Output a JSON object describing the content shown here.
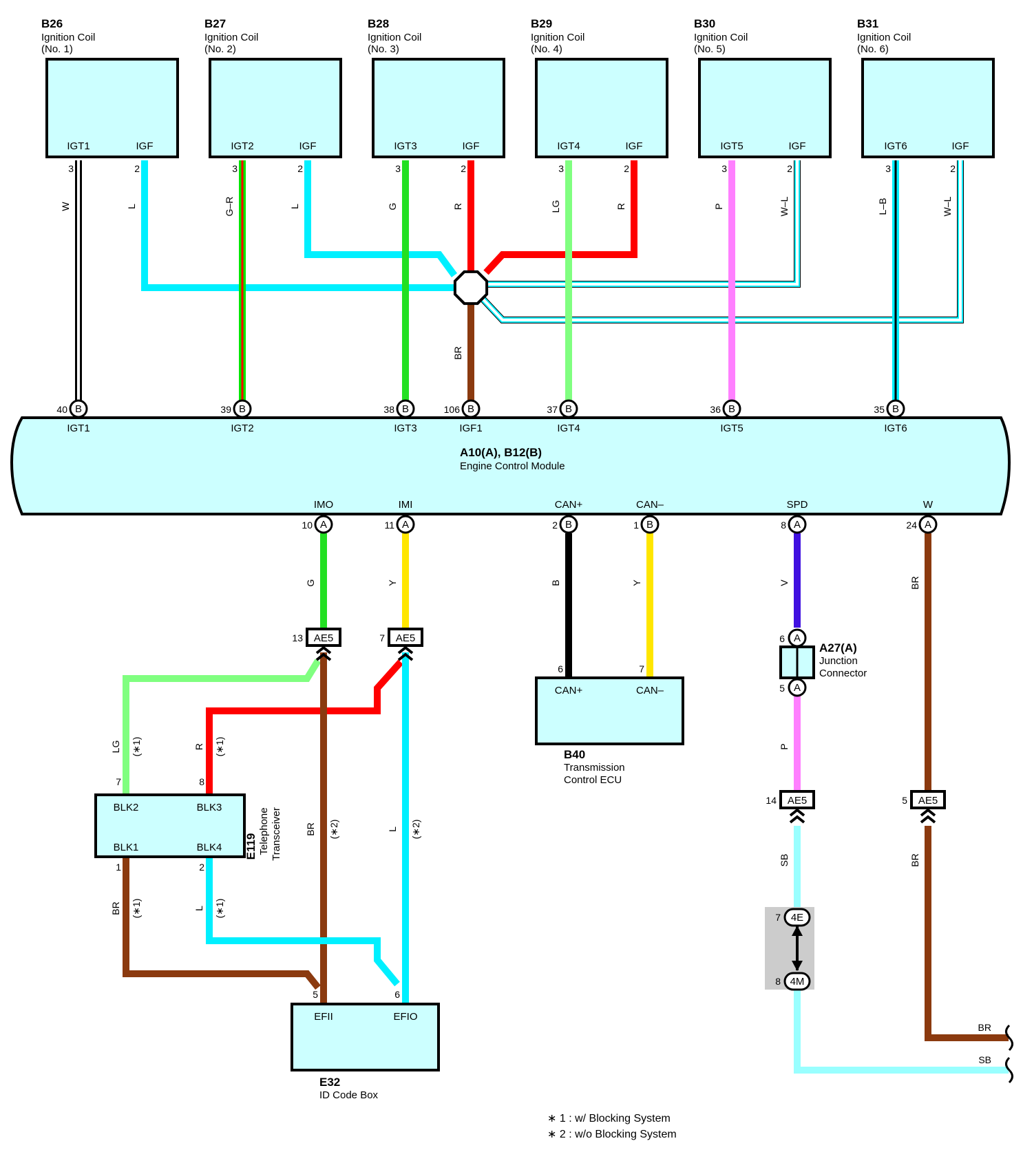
{
  "colors": {
    "W": "#ffffff",
    "L": "#00f0ff",
    "G_R_base": "#00e600",
    "G_R_stripe": "#ff0000",
    "G": "#22e022",
    "R": "#ff0000",
    "LG": "#80ff80",
    "P": "#ff80ff",
    "BR": "#8b3a0f",
    "Y": "#ffe600",
    "B": "#000000",
    "V": "#4010e0",
    "SB": "#99ffff",
    "box_fill": "#ccffff",
    "joint_fill": "#cccccc"
  },
  "coils": [
    {
      "code": "B26",
      "name": "Ignition Coil",
      "num": "(No. 1)",
      "pin_igt": "IGT1",
      "pin_igf": "IGF",
      "n3": "3",
      "n2": "2",
      "wire_igt": "W",
      "wire_igf": "L"
    },
    {
      "code": "B27",
      "name": "Ignition Coil",
      "num": "(No. 2)",
      "pin_igt": "IGT2",
      "pin_igf": "IGF",
      "n3": "3",
      "n2": "2",
      "wire_igt": "G–R",
      "wire_igf": "L"
    },
    {
      "code": "B28",
      "name": "Ignition Coil",
      "num": "(No. 3)",
      "pin_igt": "IGT3",
      "pin_igf": "IGF",
      "n3": "3",
      "n2": "2",
      "wire_igt": "G",
      "wire_igf": "R"
    },
    {
      "code": "B29",
      "name": "Ignition Coil",
      "num": "(No. 4)",
      "pin_igt": "IGT4",
      "pin_igf": "IGF",
      "n3": "3",
      "n2": "2",
      "wire_igt": "LG",
      "wire_igf": "R"
    },
    {
      "code": "B30",
      "name": "Ignition Coil",
      "num": "(No. 5)",
      "pin_igt": "IGT5",
      "pin_igf": "IGF",
      "n3": "3",
      "n2": "2",
      "wire_igt": "P",
      "wire_igf": "W–L"
    },
    {
      "code": "B31",
      "name": "Ignition Coil",
      "num": "(No. 6)",
      "pin_igt": "IGT6",
      "pin_igf": "IGF",
      "n3": "3",
      "n2": "2",
      "wire_igt": "L–B",
      "wire_igf": "W–L"
    }
  ],
  "ecm": {
    "code": "A10(A), B12(B)",
    "name": "Engine Control Module",
    "top_pins": [
      {
        "num": "40",
        "conn": "B",
        "label": "IGT1"
      },
      {
        "num": "39",
        "conn": "B",
        "label": "IGT2"
      },
      {
        "num": "38",
        "conn": "B",
        "label": "IGT3"
      },
      {
        "num": "106",
        "conn": "B",
        "label": "IGF1"
      },
      {
        "num": "37",
        "conn": "B",
        "label": "IGT4"
      },
      {
        "num": "36",
        "conn": "B",
        "label": "IGT5"
      },
      {
        "num": "35",
        "conn": "B",
        "label": "IGT6"
      }
    ],
    "bottom_pins": [
      {
        "num": "10",
        "conn": "A",
        "label": "IMO"
      },
      {
        "num": "11",
        "conn": "A",
        "label": "IMI"
      },
      {
        "num": "2",
        "conn": "B",
        "label": "CAN+"
      },
      {
        "num": "1",
        "conn": "B",
        "label": "CAN–"
      },
      {
        "num": "8",
        "conn": "A",
        "label": "SPD"
      },
      {
        "num": "24",
        "conn": "A",
        "label": "W"
      }
    ]
  },
  "igf_trunk_wire": "BR",
  "bottom_wires": {
    "imo": "G",
    "imi": "Y",
    "can_h": "B",
    "can_l": "Y",
    "spd": "V",
    "w": "BR",
    "spd_low": "P",
    "spd_sb": "SB",
    "w_low": "BR"
  },
  "ae5": [
    {
      "num": "13",
      "label": "AE5"
    },
    {
      "num": "7",
      "label": "AE5"
    },
    {
      "num": "14",
      "label": "AE5"
    },
    {
      "num": "5",
      "label": "AE5"
    }
  ],
  "tcm": {
    "code": "B40",
    "name1": "Transmission",
    "name2": "Control ECU",
    "pin1": "CAN+",
    "pin2": "CAN–",
    "n1": "6",
    "n2": "7"
  },
  "junction": {
    "code": "A27(A)",
    "name1": "Junction",
    "name2": "Connector",
    "top_num": "6",
    "bottom_num": "5",
    "conn": "A"
  },
  "joint": {
    "top": "4E",
    "bottom": "4M",
    "top_num": "7",
    "bottom_num": "8"
  },
  "transceiver": {
    "code": "E119",
    "name1": "Telephone",
    "name2": "Transceiver",
    "pins": {
      "blk2": "BLK2",
      "blk3": "BLK3",
      "blk1": "BLK1",
      "blk4": "BLK4"
    },
    "nums": {
      "blk2": "7",
      "blk3": "8",
      "blk1": "1",
      "blk4": "2"
    },
    "wires": {
      "blk2": "LG",
      "blk3": "R",
      "blk1": "BR",
      "blk4": "L"
    }
  },
  "idbox": {
    "code": "E32",
    "name": "ID Code Box",
    "pin1": "EFII",
    "pin2": "EFIO",
    "n1": "5",
    "n2": "6"
  },
  "mid_wires": {
    "br": "BR",
    "l": "L"
  },
  "star1": "(∗1)",
  "star2": "(∗2)",
  "exit_labels": {
    "br": "BR",
    "sb": "SB"
  },
  "notes": [
    "∗ 1 : w/ Blocking System",
    "∗ 2 : w/o Blocking System"
  ]
}
